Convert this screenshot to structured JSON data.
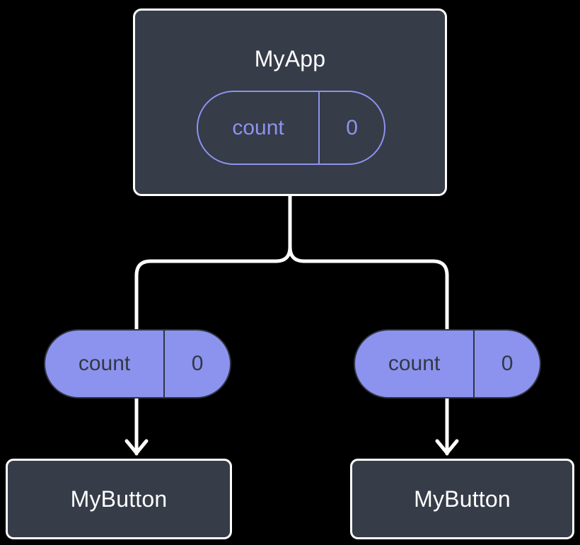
{
  "diagram": {
    "type": "component-state-tree",
    "background_color": "#000000",
    "colors": {
      "node_fill": "#363c48",
      "node_border": "#ffffff",
      "node_text": "#ffffff",
      "state_accent": "#8c93ee",
      "state_filled_text": "#333844",
      "edge": "#ffffff"
    },
    "root": {
      "title": "MyApp",
      "state": {
        "key": "count",
        "value": "0"
      }
    },
    "children": [
      {
        "title": "MyButton",
        "state": {
          "key": "count",
          "value": "0"
        }
      },
      {
        "title": "MyButton",
        "state": {
          "key": "count",
          "value": "0"
        }
      }
    ]
  }
}
